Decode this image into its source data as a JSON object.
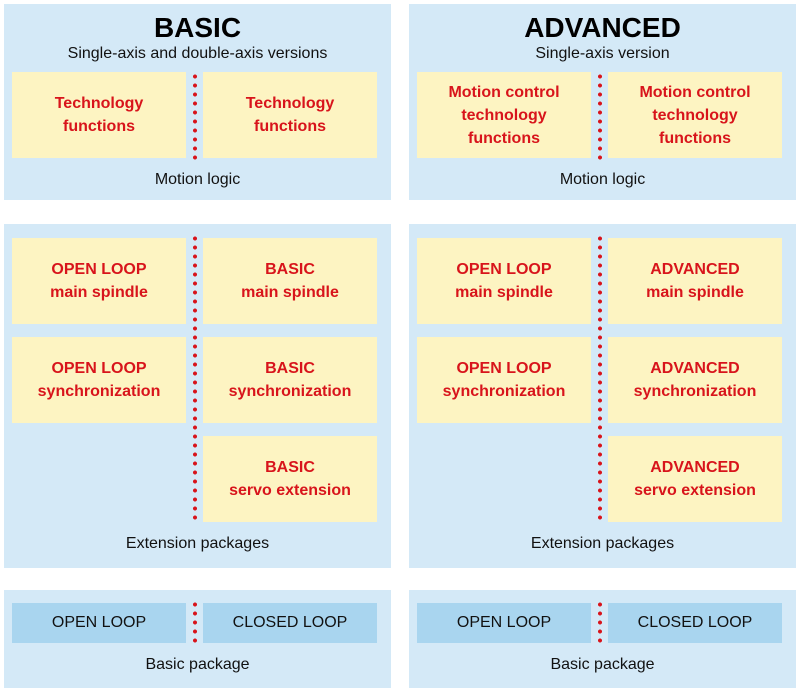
{
  "basic": {
    "title": "BASIC",
    "subtitle": "Single-axis and double-axis versions",
    "motion_logic": {
      "left": "Technology\nfunctions",
      "right": "Technology\nfunctions",
      "caption": "Motion logic"
    },
    "extension_packages": {
      "left": [
        "OPEN LOOP\nmain spindle",
        "OPEN LOOP\nsynchronization"
      ],
      "right": [
        "BASIC\nmain spindle",
        "BASIC\nsynchronization",
        "BASIC\nservo extension"
      ],
      "caption": "Extension packages"
    },
    "basic_package": {
      "left": "OPEN LOOP",
      "right": "CLOSED LOOP",
      "caption": "Basic package"
    }
  },
  "advanced": {
    "title": "ADVANCED",
    "subtitle": "Single-axis version",
    "motion_logic": {
      "left": "Motion control\ntechnology\nfunctions",
      "right": "Motion control\ntechnology\nfunctions",
      "caption": "Motion logic"
    },
    "extension_packages": {
      "left": [
        "OPEN LOOP\nmain spindle",
        "OPEN LOOP\nsynchronization"
      ],
      "right": [
        "ADVANCED\nmain spindle",
        "ADVANCED\nsynchronization",
        "ADVANCED\nservo extension"
      ],
      "caption": "Extension packages"
    },
    "basic_package": {
      "left": "OPEN LOOP",
      "right": "CLOSED LOOP",
      "caption": "Basic package"
    }
  },
  "colors": {
    "panel": "#d4e9f7",
    "module": "#fdf4c2",
    "module_text": "#d8141b",
    "package": "#a9d5ef",
    "divider": "#d8141b"
  }
}
